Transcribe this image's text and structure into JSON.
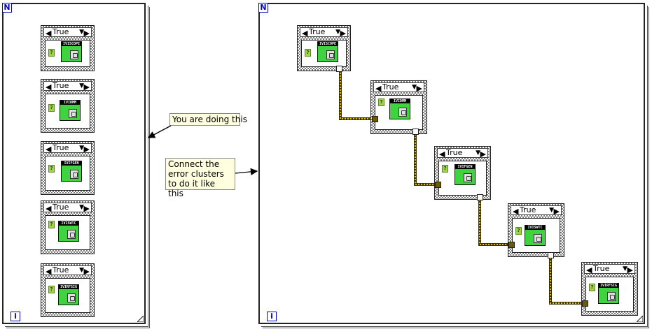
{
  "loop_count_glyph": "N",
  "loop_iteration_glyph": "i",
  "case_selector_value": "True",
  "vis": [
    {
      "label": "IVISCOPE"
    },
    {
      "label": "IVIDMM"
    },
    {
      "label": "IVIFGEN"
    },
    {
      "label": "IVISWTC"
    },
    {
      "label": "IVIRFSIG"
    }
  ],
  "callouts": {
    "left": "You are doing this",
    "right": "Connect the error clusters to do it like this"
  },
  "colors": {
    "vi_green": "#3fd43f",
    "error_wire": "#c8b400",
    "note_bg": "#ffffe0",
    "term_blue": "#0000cc"
  }
}
